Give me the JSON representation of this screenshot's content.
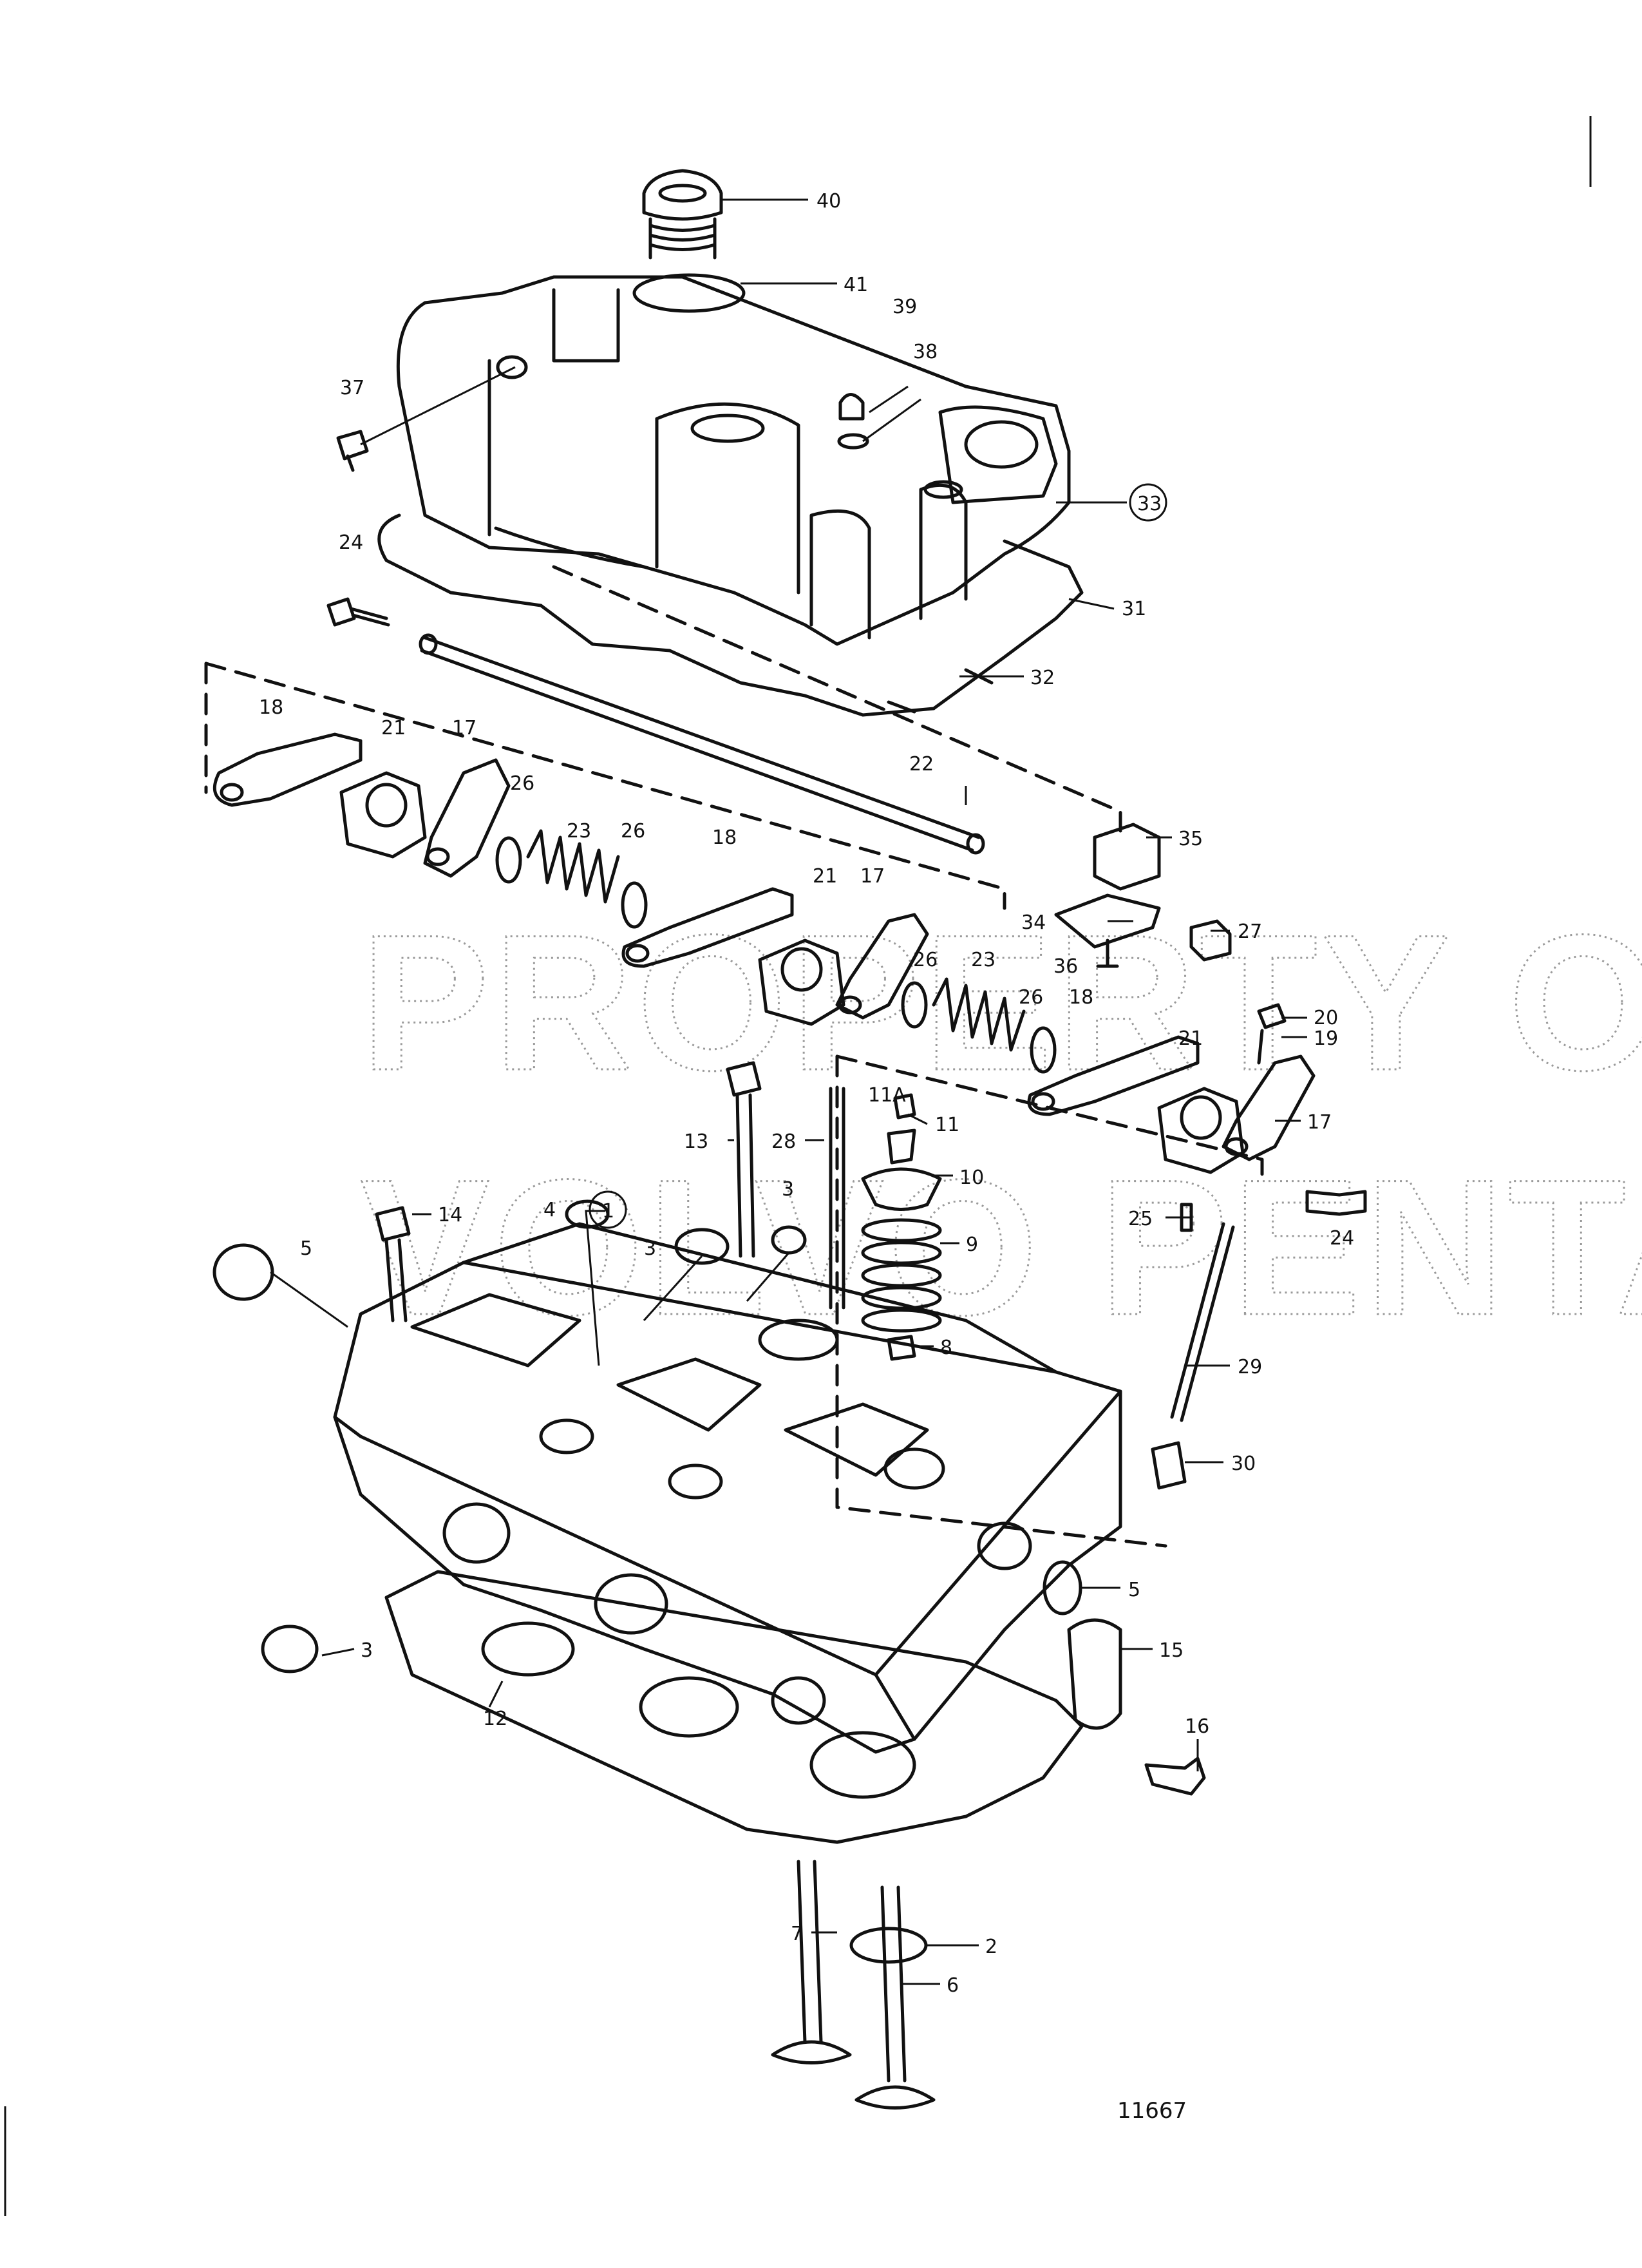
{
  "diagram": {
    "figure_number": "11667",
    "watermark": {
      "line1": "PROPERTY OF",
      "line2": "VOLVO PENTA"
    },
    "callouts": [
      "40",
      "41",
      "39",
      "38",
      "37",
      "33",
      "24",
      "31",
      "32",
      "18",
      "21",
      "17",
      "26",
      "23",
      "26",
      "22",
      "35",
      "34",
      "36",
      "18",
      "21",
      "17",
      "26",
      "23",
      "26",
      "18",
      "27",
      "20",
      "19",
      "21",
      "17",
      "11A",
      "13",
      "28",
      "11",
      "14",
      "1",
      "10",
      "3",
      "4",
      "5",
      "3",
      "9",
      "8",
      "25",
      "24",
      "29",
      "30",
      "5",
      "3",
      "15",
      "12",
      "16",
      "7",
      "2",
      "6"
    ]
  }
}
